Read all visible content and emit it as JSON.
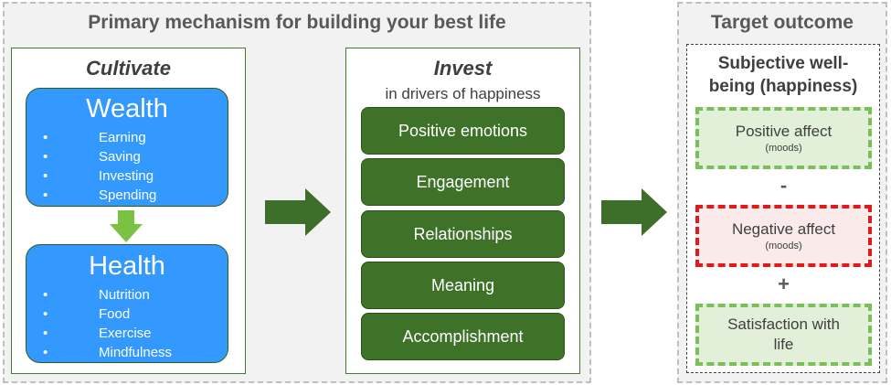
{
  "left_panel": {
    "title": "Primary mechanism for building your best life",
    "cultivate": {
      "title": "Cultivate",
      "wealth": {
        "title": "Wealth",
        "items": [
          "Earning",
          "Saving",
          "Investing",
          "Spending"
        ]
      },
      "health": {
        "title": "Health",
        "items": [
          "Nutrition",
          "Food",
          "Exercise",
          "Mindfulness"
        ]
      }
    },
    "invest": {
      "title": "Invest",
      "subtitle": "in drivers of happiness",
      "drivers": [
        "Positive emotions",
        "Engagement",
        "Relationships",
        "Meaning",
        "Accomplishment"
      ]
    }
  },
  "right_panel": {
    "title": "Target outcome",
    "heading_line1": "Subjective well-",
    "heading_line2": "being (happiness)",
    "positive": {
      "label": "Positive affect",
      "sub": "(moods)"
    },
    "minus": "-",
    "negative": {
      "label": "Negative affect",
      "sub": "(moods)"
    },
    "plus": "+",
    "satisfaction": {
      "line1": "Satisfaction with",
      "line2": "life"
    }
  },
  "bullet_glyph": "•",
  "colors": {
    "blue_box": "#3399ff",
    "green_pill": "#3d7228",
    "arrow_green": "#3d6e2a",
    "down_arrow": "#7cc242",
    "positive_border": "#7bbf5a",
    "negative_border": "#e01b1b"
  }
}
